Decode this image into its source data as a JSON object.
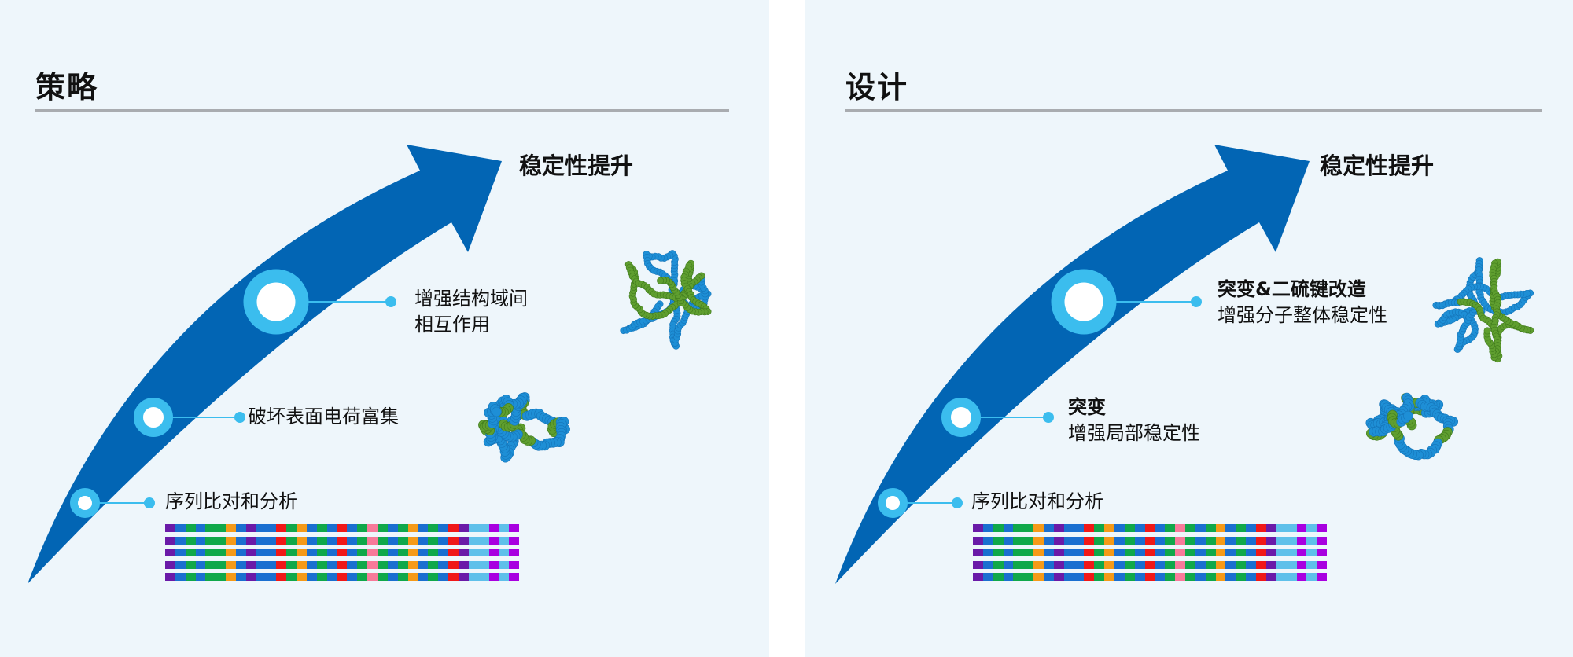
{
  "colors": {
    "background": "#eef6fb",
    "arrow": "#0265b4",
    "node": "#3bbdee",
    "rule": "#a9acb0",
    "protein_blue": "#1e8fd6",
    "protein_green": "#5f9e2f"
  },
  "sequence_colors": [
    "#6a1aa8",
    "#1a6fd0",
    "#10a84a",
    "#1a6fd0",
    "#10a84a",
    "#10a84a",
    "#f59a18",
    "#1a6fd0",
    "#6a1aa8",
    "#1a6fd0",
    "#1a6fd0",
    "#f01818",
    "#10a84a",
    "#f59a18",
    "#1a6fd0",
    "#10a84a",
    "#1a6fd0",
    "#f01818",
    "#1a6fd0",
    "#10a84a",
    "#f77a9a",
    "#10a84a",
    "#1a6fd0",
    "#10a84a",
    "#f59a18",
    "#1a6fd0",
    "#10a84a",
    "#1a6fd0",
    "#f01818",
    "#6a1aa8",
    "#5ec0ea",
    "#5ec0ea",
    "#a800e0",
    "#5ec0ea",
    "#a800e0"
  ],
  "panels": [
    {
      "title": "策略",
      "goal": "稳定性提升",
      "steps": [
        {
          "line1": "增强结构域间",
          "line2": "相互作用"
        },
        {
          "line1": "破坏表面电荷富集"
        },
        {
          "line1": "序列比对和分析"
        }
      ]
    },
    {
      "title": "设计",
      "goal": "稳定性提升",
      "steps": [
        {
          "bold": "突变&二硫键改造",
          "line2": "增强分子整体稳定性"
        },
        {
          "bold": "突变",
          "line2": "增强局部稳定性"
        },
        {
          "line1": "序列比对和分析"
        }
      ]
    }
  ]
}
